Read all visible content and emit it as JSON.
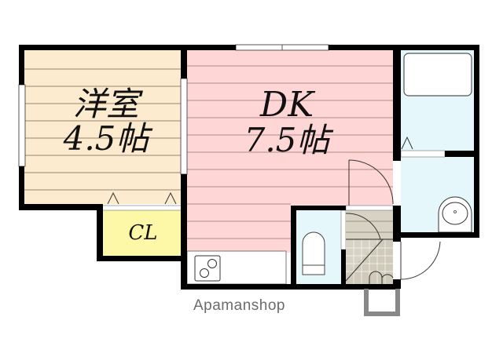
{
  "floorplan": {
    "rooms": [
      {
        "id": "western-room",
        "name": "洋室",
        "size": "4.5帖",
        "color": "#fdebd0"
      },
      {
        "id": "dk",
        "name": "DK",
        "size": "7.5帖",
        "color": "#ffd6d6"
      },
      {
        "id": "closet",
        "name": "CL",
        "color": "#fdf8a8"
      },
      {
        "id": "bathroom",
        "color": "#e6f7fc"
      },
      {
        "id": "washroom",
        "color": "#e6f7fc"
      },
      {
        "id": "toilet",
        "color": "#e6f7fc"
      },
      {
        "id": "entrance",
        "color": "#d8d2c4"
      }
    ],
    "watermark": "Apamanshop"
  }
}
